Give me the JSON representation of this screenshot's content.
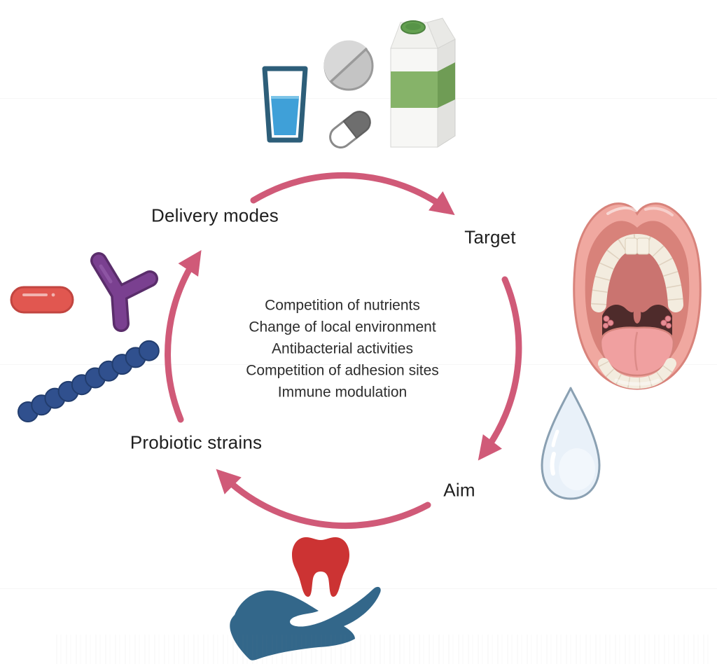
{
  "cycle": {
    "nodes": [
      {
        "id": "delivery-modes",
        "label": "Delivery modes"
      },
      {
        "id": "target",
        "label": "Target"
      },
      {
        "id": "aim",
        "label": "Aim"
      },
      {
        "id": "probiotic-strains",
        "label": "Probiotic strains"
      }
    ],
    "center_lines": [
      "Competition of nutrients",
      "Change of local environment",
      "Antibacterial activities",
      "Competition of adhesion sites",
      "Immune modulation"
    ],
    "direction": "clockwise"
  },
  "icons": {
    "delivery_modes": [
      "water-glass",
      "round-tablet",
      "capsule",
      "milk-carton"
    ],
    "target": [
      "open-mouth",
      "saliva-droplet"
    ],
    "probiotic_strains": [
      "rod-bacterium",
      "bifidobacterium-y",
      "streptococcus-chain"
    ],
    "aim": [
      "tooth-held-in-hand"
    ]
  },
  "colors": {
    "arrow_pink": "#d05a78",
    "label_text": "#1f1f1f",
    "center_text": "#2d2d2d",
    "glass_outline": "#2d5e79",
    "water_blue": "#3fa0d8",
    "tablet_gray": "#c6c6c6",
    "capsule_dark_gray": "#6e6e6e",
    "milk_green": "#86b369",
    "milk_cap_green": "#5f9c4c",
    "rod_red": "#e15750",
    "bifido_purple": "#7a4090",
    "strep_blue": "#30508e",
    "mouth_lip_pink": "#f0a8a0",
    "throat_brown": "#4e2b2b",
    "tongue_pink": "#f0a0a0",
    "teeth_ivory": "#f3ecdf",
    "droplet_fill": "#e9f1f9",
    "droplet_outline": "#8aa0b2",
    "tooth_red": "#cc3333",
    "hand_blue": "#33678a"
  }
}
